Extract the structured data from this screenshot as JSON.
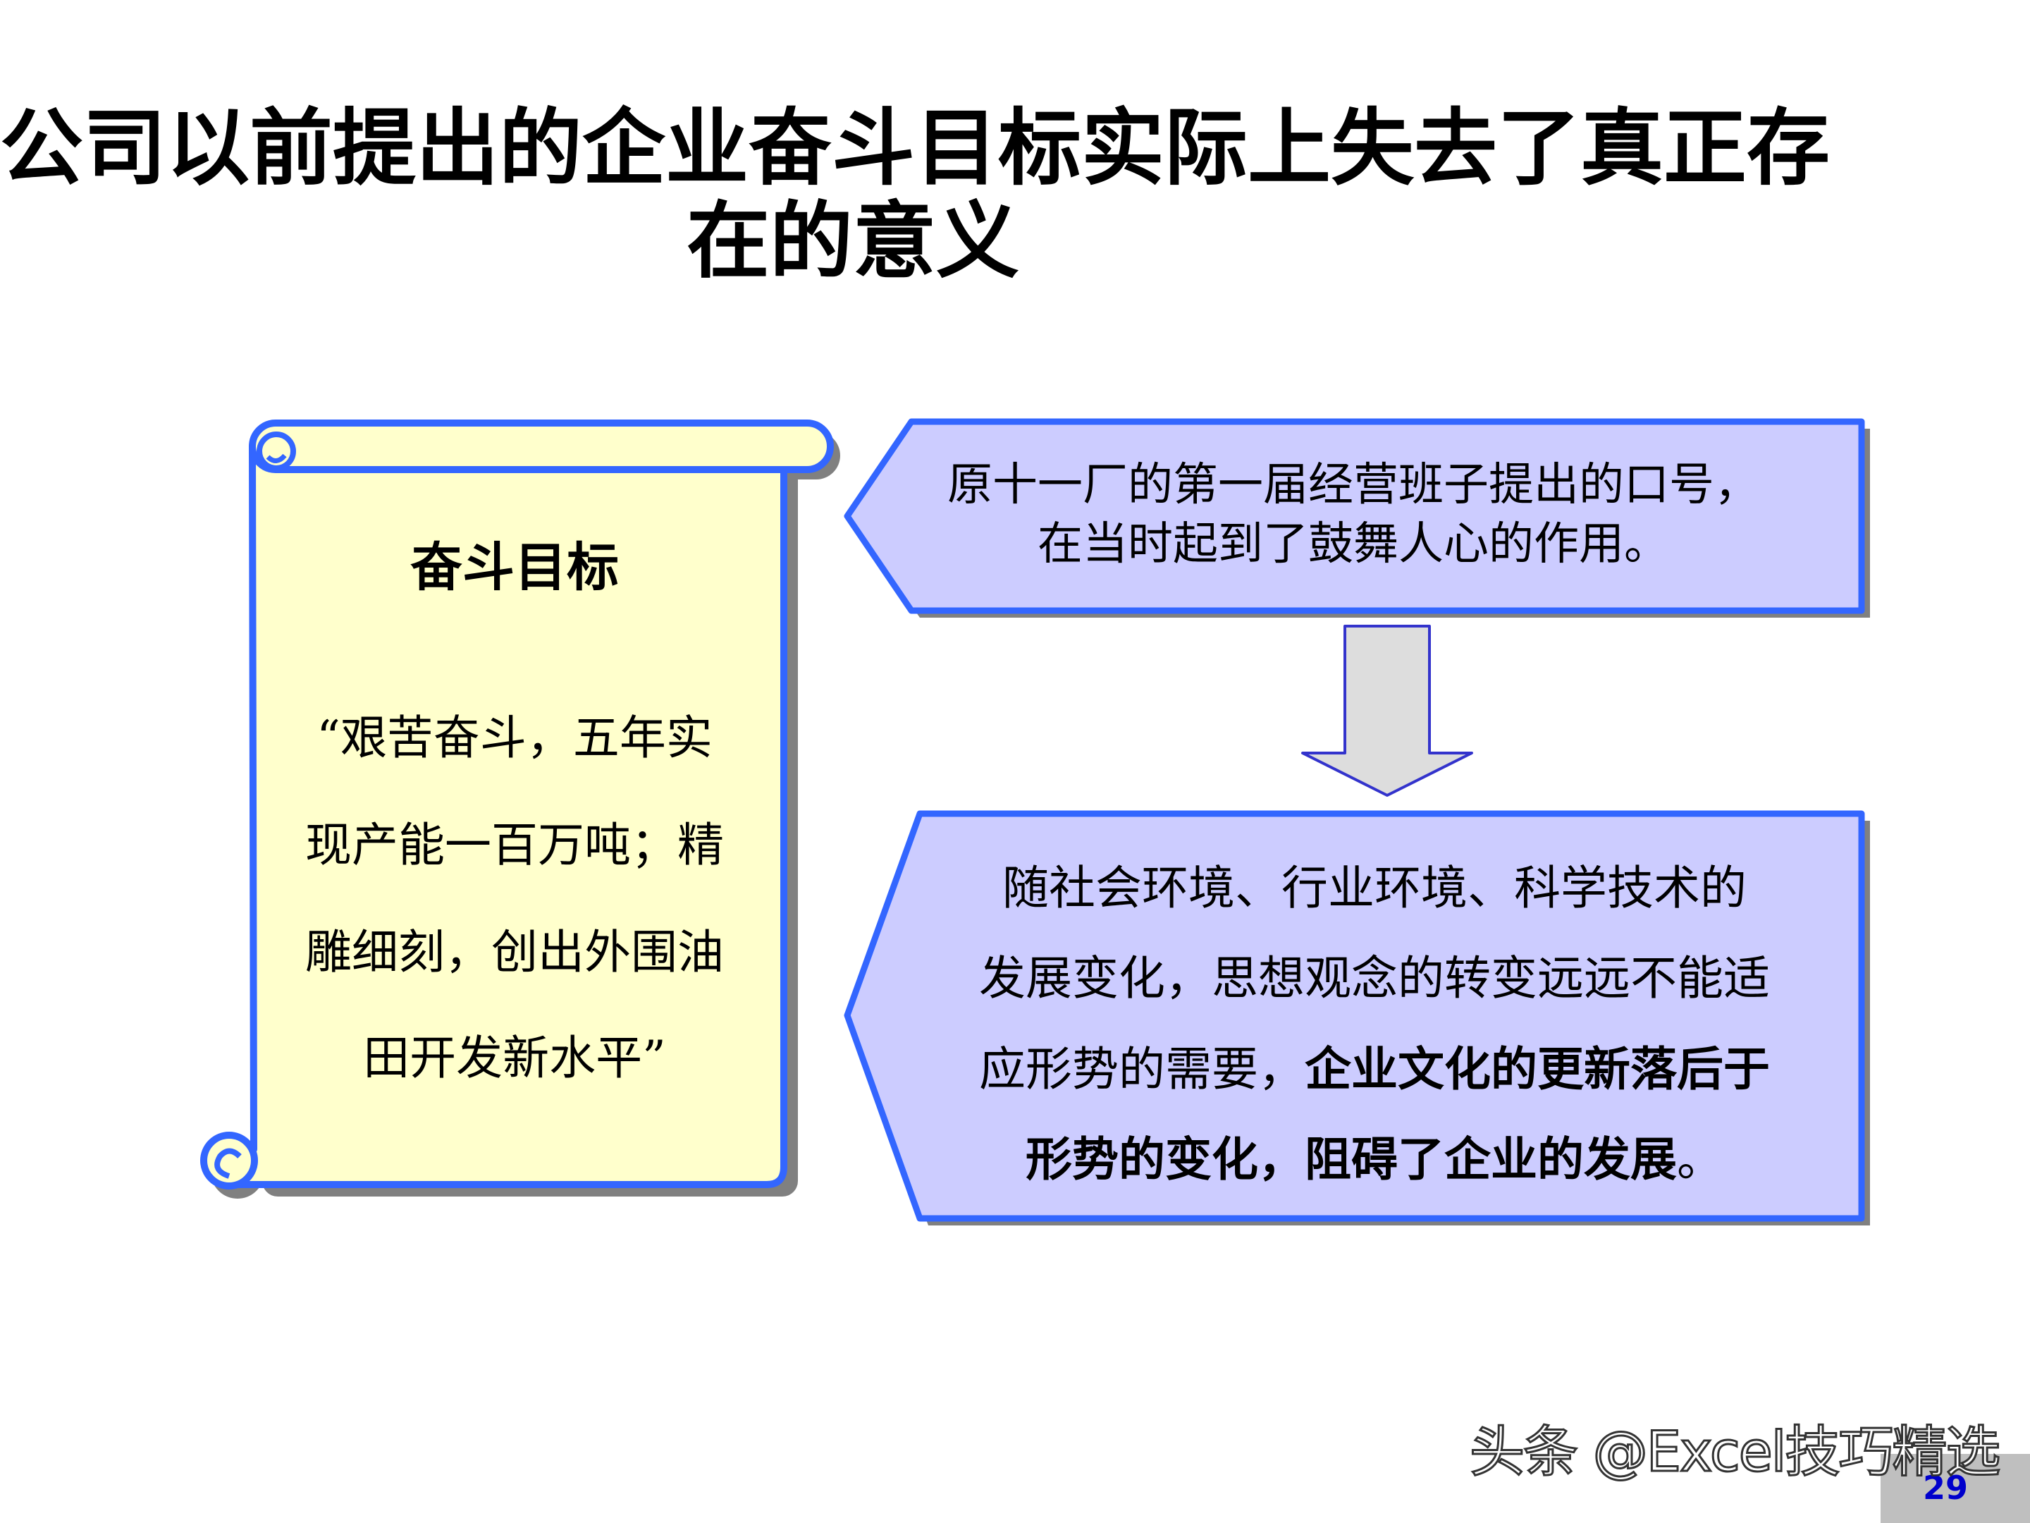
{
  "title": {
    "line1": "公司以前提出的企业奋斗目标实际上失去了真正存",
    "line2": "在的意义"
  },
  "scroll": {
    "heading": "奋斗目标",
    "lines": [
      "“艰苦奋斗，五年实",
      "现产能一百万吨；精",
      "雕细刻，创出外围油",
      "田开发新水平”"
    ]
  },
  "box_top": {
    "lines": [
      "原十一厂的第一届经营班子提出的口号，",
      "在当时起到了鼓舞人心的作用。"
    ]
  },
  "box_bottom": {
    "line1": "随社会环境、行业环境、科学技术的",
    "line2": "发展变化，思想观念的转变远远不能适",
    "line3_normal": "应形势的需要，",
    "line3_bold": "企业文化的更新落后于",
    "line4_bold": "形势的变化，阻碍了企业的发展",
    "line4_normal": "。"
  },
  "watermark": "头条 @Excel技巧精选",
  "page_number": "29",
  "colors": {
    "scroll_fill": "#ffffcc",
    "box_fill": "#ccccff",
    "border_blue": "#3366ff",
    "shadow_gray": "#808080",
    "arrow_fill": "#dddddd",
    "arrow_stroke": "#3333cc"
  }
}
